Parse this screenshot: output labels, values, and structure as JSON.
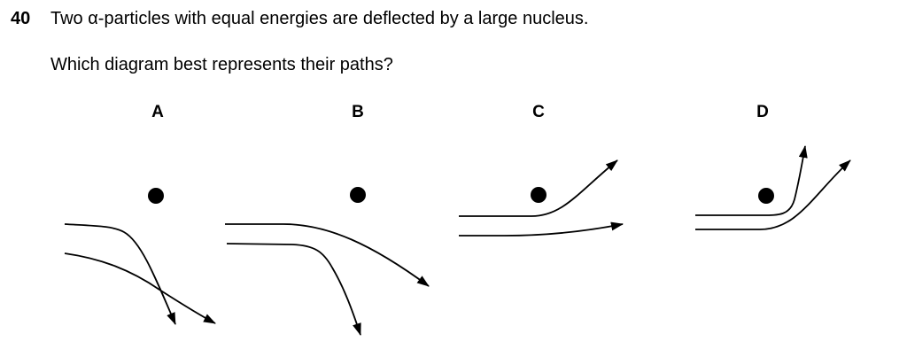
{
  "question": {
    "number": "40",
    "stem": "Two α-particles with equal energies are deflected by a large nucleus.",
    "prompt": "Which diagram best represents their paths?"
  },
  "options": [
    {
      "label": "A"
    },
    {
      "label": "B"
    },
    {
      "label": "C"
    },
    {
      "label": "D"
    }
  ],
  "colors": {
    "ink": "#000000",
    "background": "#ffffff"
  }
}
